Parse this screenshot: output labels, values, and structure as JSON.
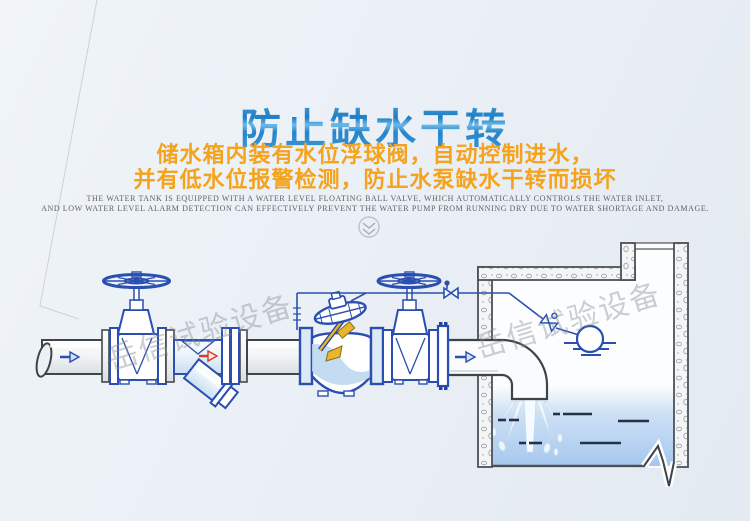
{
  "page": {
    "background": "#ecf1f6"
  },
  "header": {
    "title": "防止缺水干转",
    "subtitle_lines": [
      "储水箱内装有水位浮球阀，自动控制进水，",
      "并有低水位报警检测，防止水泵缺水干转而损坏"
    ],
    "description_lines": [
      "THE WATER TANK IS EQUIPPED WITH A WATER LEVEL FLOATING BALL VALVE, WHICH AUTOMATICALLY CONTROLS THE WATER INLET,",
      "AND LOW WATER LEVEL ALARM DETECTION CAN EFFECTIVELY PREVENT THE WATER PUMP FROM RUNNING DRY DUE TO WATER SHORTAGE AND DAMAGE."
    ]
  },
  "watermark": {
    "text": "岳信试验设备"
  },
  "colors": {
    "title_blue": "#2b8ccf",
    "accent_orange": "#f5a21c",
    "diagram_blue": "#2a4fb0",
    "pipe_outline_gray": "#3f444a",
    "wall_gray": "#4d5156",
    "water_blue": "#aecdf0",
    "level_dash_navy": "#253149",
    "arrow_red": "#d43e2a",
    "brass_yellow": "#e8b52e"
  }
}
